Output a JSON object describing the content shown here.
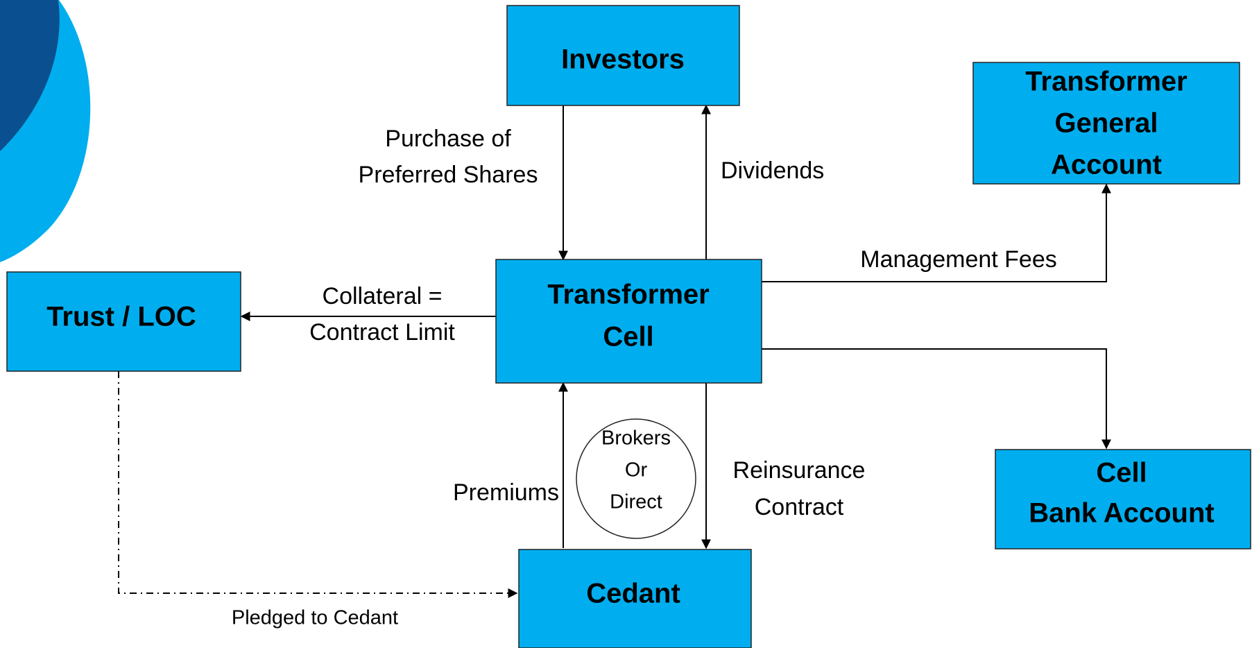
{
  "colors": {
    "box_fill": "#00AEEF",
    "corner_dark": "#0A4F8F",
    "corner_light": "#00AEEF"
  },
  "nodes": {
    "investors": {
      "lines": [
        "Investors"
      ]
    },
    "general_account": {
      "lines": [
        "Transformer",
        "General",
        "Account"
      ]
    },
    "trust_loc": {
      "lines": [
        "Trust / LOC"
      ]
    },
    "transformer_cell": {
      "lines": [
        "Transformer",
        "Cell"
      ]
    },
    "cell_bank_account": {
      "lines": [
        "Cell",
        "Bank Account"
      ]
    },
    "cedant": {
      "lines": [
        "Cedant"
      ]
    },
    "brokers": {
      "lines": [
        "Brokers",
        "Or",
        "Direct"
      ]
    }
  },
  "edges": {
    "purchase_shares": {
      "lines": [
        "Purchase of",
        "Preferred Shares"
      ]
    },
    "dividends": {
      "lines": [
        "Dividends"
      ]
    },
    "management_fees": {
      "lines": [
        "Management Fees"
      ]
    },
    "collateral": {
      "lines": [
        "Collateral =",
        "Contract Limit"
      ]
    },
    "premiums": {
      "lines": [
        "Premiums"
      ]
    },
    "reinsurance": {
      "lines": [
        "Reinsurance",
        "Contract"
      ]
    },
    "pledged": {
      "lines": [
        "Pledged to Cedant"
      ]
    },
    "bank_transfer": {
      "lines": []
    }
  }
}
